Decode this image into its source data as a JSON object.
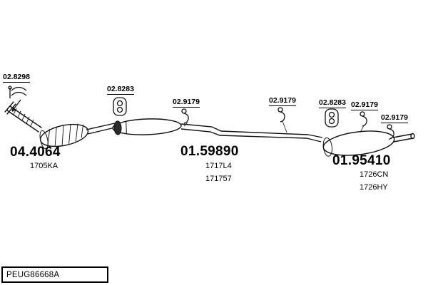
{
  "diagram_title": "exhaust-system-parts-diagram",
  "small_labels": [
    "02.8298",
    "02.8283",
    "02.9179",
    "02.9179",
    "02.8283",
    "02.9179",
    "02.9179"
  ],
  "parts": {
    "front": {
      "number": "04.4064",
      "code1": "1705KA"
    },
    "middle": {
      "number": "01.59890",
      "code1": "1717L4",
      "code2": "171757"
    },
    "rear": {
      "number": "01.95410",
      "code1": "1726CN",
      "code2": "1726HY"
    }
  },
  "footer": {
    "code": "PEUG86668A"
  },
  "icons": {
    "clamp": "clamp-icon",
    "mount": "rubber-mount-icon",
    "hanger": "hanger-ring-icon"
  },
  "colors": {
    "line": "#111111",
    "background": "#ffffff"
  }
}
